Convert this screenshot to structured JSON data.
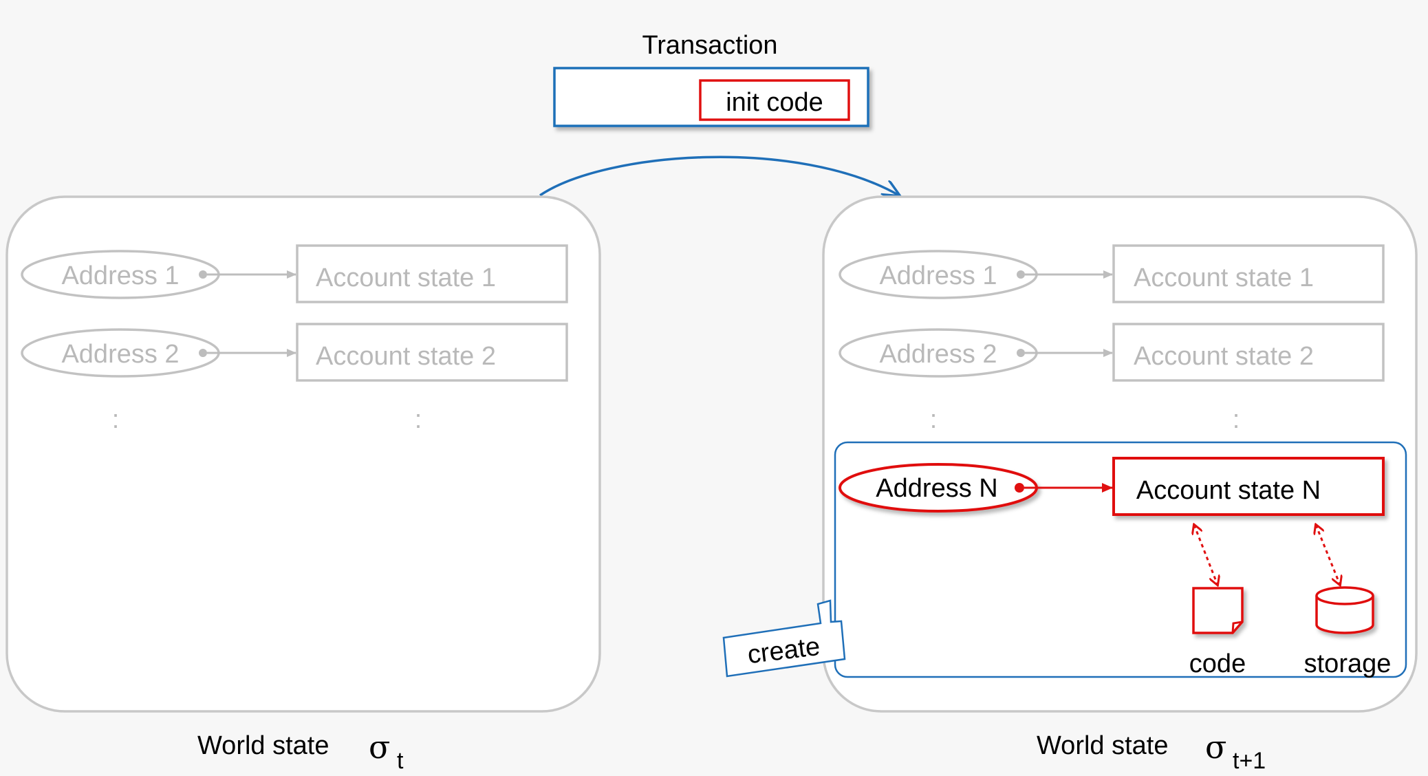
{
  "transaction": {
    "title": "Transaction",
    "init_code": "init code"
  },
  "world_state_t": {
    "label": "World state",
    "symbol": "σ",
    "subscript": "t",
    "rows": [
      {
        "address": "Address 1",
        "account": "Account state 1"
      },
      {
        "address": "Address 2",
        "account": "Account state 2"
      }
    ],
    "ellipsis": ":"
  },
  "world_state_t1": {
    "label": "World state",
    "symbol": "σ",
    "subscript": "t+1",
    "rows": [
      {
        "address": "Address 1",
        "account": "Account state 1"
      },
      {
        "address": "Address 2",
        "account": "Account state 2"
      }
    ],
    "ellipsis": ":",
    "new_account": {
      "address": "Address N",
      "account": "Account state N",
      "code_label": "code",
      "storage_label": "storage"
    },
    "callout": "create"
  },
  "colors": {
    "gray": "#c2c2c2",
    "gray_text": "#b9b9b9",
    "red": "#e01010",
    "blue": "#1f6fb8"
  }
}
